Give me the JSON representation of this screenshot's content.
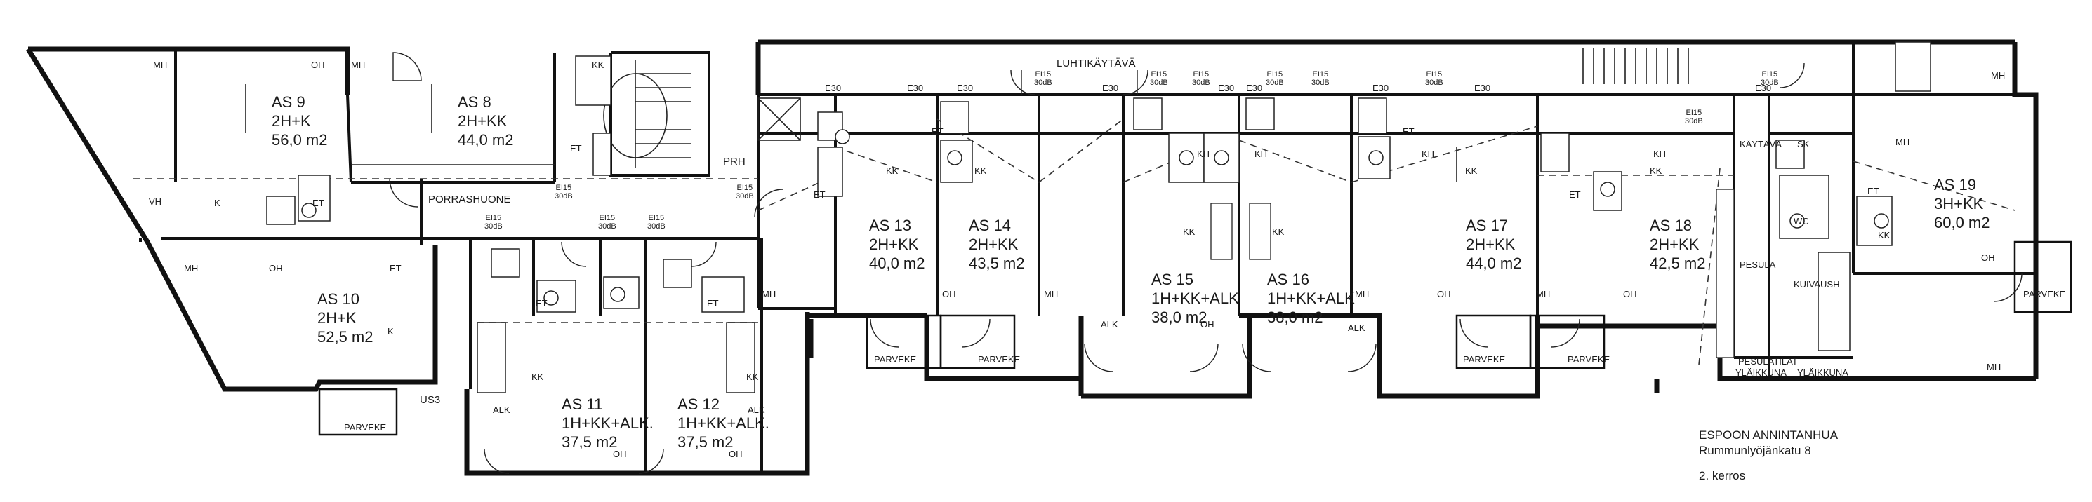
{
  "apartments": [
    {
      "name": "AS 9",
      "type": "2H+K",
      "area": "56,0 m2"
    },
    {
      "name": "AS 8",
      "type": "2H+KK",
      "area": "44,0 m2"
    },
    {
      "name": "AS 10",
      "type": "2H+K",
      "area": "52,5 m2"
    },
    {
      "name": "AS 11",
      "type": "1H+KK+ALK.",
      "area": "37,5 m2"
    },
    {
      "name": "AS 12",
      "type": "1H+KK+ALK.",
      "area": "37,5 m2"
    },
    {
      "name": "AS 13",
      "type": "2H+KK",
      "area": "40,0 m2"
    },
    {
      "name": "AS 14",
      "type": "2H+KK",
      "area": "43,5 m2"
    },
    {
      "name": "AS 15",
      "type": "1H+KK+ALK",
      "area": "38,0 m2"
    },
    {
      "name": "AS 16",
      "type": "1H+KK+ALK",
      "area": "38,0 m2"
    },
    {
      "name": "AS 17",
      "type": "2H+KK",
      "area": "44,0 m2"
    },
    {
      "name": "AS 18",
      "type": "2H+KK",
      "area": "42,5 m2"
    },
    {
      "name": "AS 19",
      "type": "3H+KK",
      "area": "60,0 m2"
    }
  ],
  "common_labels": {
    "luhtikaytava": "LUHTIKÄYTÄVÄ",
    "porrashuone": "PORRASHUONE",
    "prh": "PRH",
    "kaytava": "KÄYTÄVÄ",
    "pesulatilat": "PESULATILAT",
    "pesula": "PESULA",
    "kuivaush": "KUIVAUSH",
    "ylaikkuna": "YLÄIKKUNA",
    "ylaikkuna2": "YLÄIKKUNA",
    "us3": "US3",
    "wc": "WC",
    "sk": "SK"
  },
  "room_codes": {
    "mh": "MH",
    "oh": "OH",
    "kk": "KK",
    "k": "K",
    "et": "ET",
    "kh": "KH",
    "vh": "VH",
    "alk": "ALK",
    "parveke": "PARVEKE",
    "e30": "E30",
    "ei15": "EI15",
    "db": "30dB"
  },
  "title_block": {
    "line1": "ESPOON ANNINTANHUA",
    "line2": "Rummunlyöjänkatu 8",
    "line3": "2. kerros"
  }
}
